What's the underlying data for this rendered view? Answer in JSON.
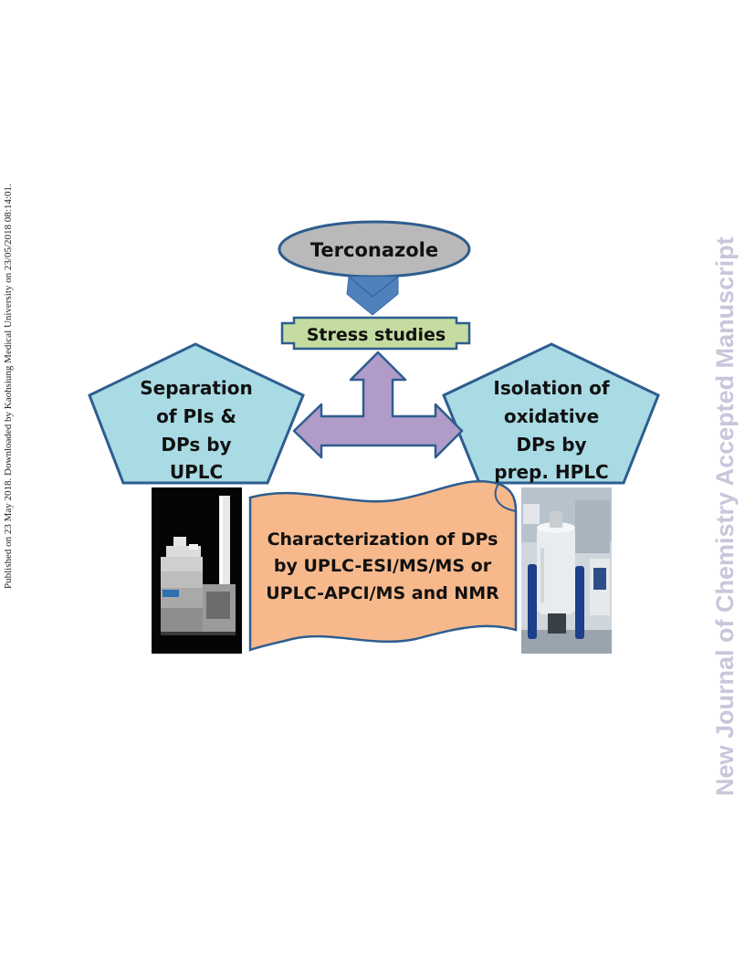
{
  "sidebar_left": {
    "text": "Published on 23 May 2018. Downloaded by Kaohsiung Medical University on 23/05/2018 08:14:01."
  },
  "sidebar_right": {
    "text": "New Journal of Chemistry Accepted Manuscript"
  },
  "nodes": {
    "terconazole": "Terconazole",
    "stress": "Stress studies",
    "separation": [
      "Separation",
      "of PIs &",
      "DPs by",
      "UPLC"
    ],
    "isolation": [
      "Isolation of",
      "oxidative",
      "DPs by",
      "prep. HPLC"
    ],
    "characterization": [
      "Characterization of DPs",
      "by UPLC-ESI/MS/MS or",
      "UPLC-APCI/MS and NMR"
    ]
  },
  "colors": {
    "ellipse_fill": "#b9b9b9",
    "stroke": "#2e5d8f",
    "arrow_down": "#4f81bd",
    "stress_fill": "#c4dca0",
    "pentagon_fill": "#a9dbe4",
    "cross_arrow": "#b09bc9",
    "scroll_fill": "#f7b98c",
    "watermark": "#c9c6dc"
  },
  "images": {
    "uplc_instrument": "uplc-instrument-photo",
    "nmr_instrument": "nmr-spectrometer-photo"
  }
}
